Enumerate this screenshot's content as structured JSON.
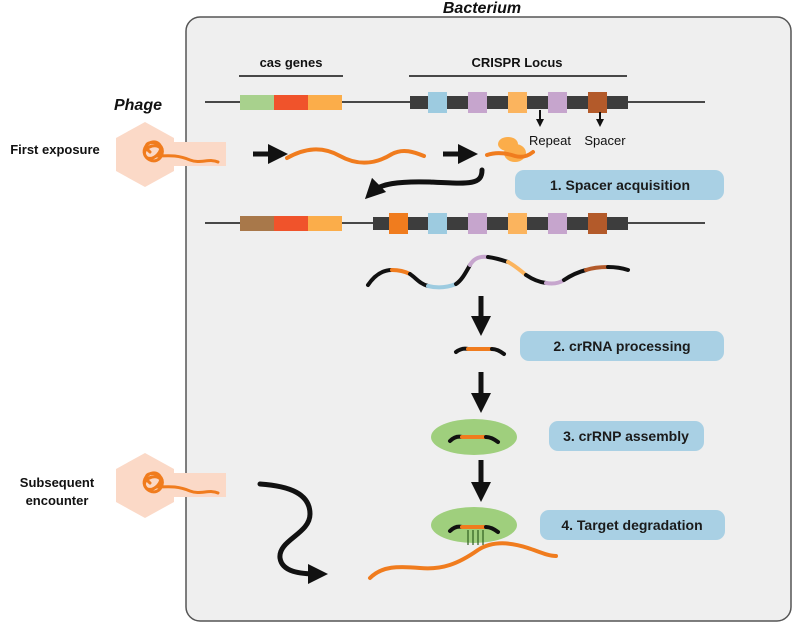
{
  "title": "Bacterium",
  "labels": {
    "cas_genes": "cas genes",
    "crispr_locus": "CRISPR Locus",
    "phage": "Phage",
    "repeat": "Repeat",
    "spacer": "Spacer",
    "first_exposure": "First exposure",
    "subsequent_line1": "Subsequent",
    "subsequent_line2": "encounter"
  },
  "steps": [
    "1. Spacer acquisition",
    "2. crRNA processing",
    "3. crRNP assembly",
    "4. Target degradation"
  ],
  "colors": {
    "cell_bg": "#efefef",
    "step_box": "#a9d0e4",
    "phage_orange": "#f07c1e",
    "phage_hex": "#fbd9c7",
    "cas_green": "#a8d18d",
    "cas_red": "#f0532b",
    "cas_amber": "#fbad4a",
    "cas_brown": "#a8784a",
    "repeat": "#3d3d3d",
    "spacer_blue": "#9dcbe0",
    "spacer_purple": "#c6a5cd",
    "spacer_orange": "#fbb45e",
    "spacer_rust": "#b35a2a",
    "crrnp_green": "#9fcf7d"
  },
  "icons": [
    "down-arrow-icon",
    "right-arrow-icon",
    "curved-arrow-icon",
    "phage-icon",
    "cas-complex-icon"
  ]
}
